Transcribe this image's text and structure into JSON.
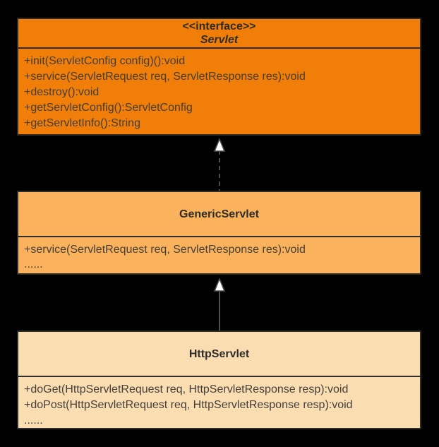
{
  "diagram": {
    "type": "uml-class-diagram",
    "background_color": "#000000",
    "border_color": "#2f2d2b",
    "text_color": "#433f3b",
    "arrow_line_color": "#4d4d4d",
    "arrow_head_fill": "#ffffff",
    "classes": [
      {
        "id": "servlet",
        "stereotype": "<<interface>>",
        "name": "Servlet",
        "fill": "#F07E08",
        "methods": [
          "+init(ServletConfig config)():void",
          "+service(ServletRequest req, ServletResponse res):void",
          "+destroy():void",
          "+getServletConfig():ServletConfig",
          "+getServletInfo():String"
        ]
      },
      {
        "id": "generic-servlet",
        "name": "GenericServlet",
        "fill": "#FAB35C",
        "methods": [
          "+service(ServletRequest req, ServletResponse res):void",
          "......"
        ]
      },
      {
        "id": "http-servlet",
        "name": "HttpServlet",
        "fill": "#FADDB0",
        "methods": [
          "+doGet(HttpServletRequest req, HttpServletResponse resp):void",
          "+doPost(HttpServletRequest req, HttpServletResponse resp):void",
          "......"
        ]
      }
    ],
    "relations": [
      {
        "from": "GenericServlet",
        "to": "Servlet",
        "type": "realization",
        "line_style": "dashed",
        "arrowhead": "hollow-triangle"
      },
      {
        "from": "HttpServlet",
        "to": "GenericServlet",
        "type": "generalization",
        "line_style": "solid",
        "arrowhead": "hollow-triangle"
      }
    ]
  }
}
